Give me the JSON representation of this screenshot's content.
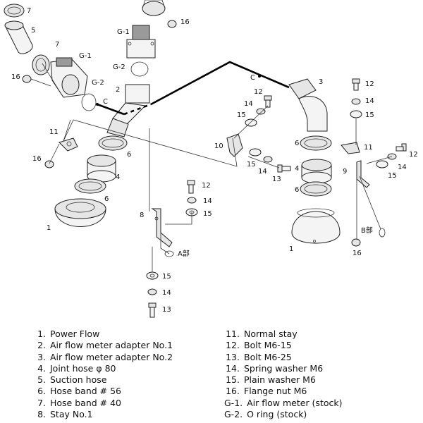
{
  "diagram": {
    "callouts": {
      "left_7_top": "7",
      "left_5": "5",
      "left_7": "7",
      "left_G1": "G-1",
      "left_16": "16",
      "left_G2": "G-2",
      "left_C": "C",
      "left_11": "11",
      "left_16_b": "16",
      "left_6_a": "6",
      "left_4": "4",
      "left_6_b": "6",
      "left_1": "1",
      "mid_G1": "G-1",
      "mid_16": "16",
      "mid_G2": "G-2",
      "mid_2": "2",
      "mid_12": "12",
      "mid_14": "14",
      "mid_15": "15",
      "mid_8": "8",
      "mid_A": "A部",
      "mid_15_b": "15",
      "mid_14_b": "14",
      "mid_13": "13",
      "r_C": "C",
      "r_3": "3",
      "r_12": "12",
      "r_14": "14",
      "r_15": "15",
      "r_10": "10",
      "r_15_b": "15",
      "r_14_b": "14",
      "r_13": "13",
      "r_6_a": "6",
      "r_4": "4",
      "r_6_b": "6",
      "r_1": "1",
      "rr_12": "12",
      "rr_14": "14",
      "rr_15": "15",
      "rr_11": "11",
      "rr_12_b": "12",
      "rr_14_b": "14",
      "rr_15_b": "15",
      "rr_9": "9",
      "rr_B": "B部",
      "rr_16": "16"
    }
  },
  "legend_left": [
    {
      "num": "1.",
      "text": "Power Flow"
    },
    {
      "num": "2.",
      "text": "Air flow meter adapter No.1"
    },
    {
      "num": "3.",
      "text": "Air flow meter adapter No.2"
    },
    {
      "num": "4.",
      "text": "Joint hose φ 80"
    },
    {
      "num": "5.",
      "text": "Suction hose"
    },
    {
      "num": "6.",
      "text": "Hose band # 56"
    },
    {
      "num": "7.",
      "text": "Hose band # 40"
    },
    {
      "num": "8.",
      "text": "Stay No.1"
    }
  ],
  "legend_right": [
    {
      "num": "11.",
      "text": "Normal stay"
    },
    {
      "num": "12.",
      "text": "Bolt M6-15"
    },
    {
      "num": "13.",
      "text": "Bolt M6-25"
    },
    {
      "num": "14.",
      "text": "Spring washer M6"
    },
    {
      "num": "15.",
      "text": "Plain washer M6"
    },
    {
      "num": "16.",
      "text": "Flange nut M6"
    },
    {
      "num": "G-1.",
      "text": "Air flow meter (stock)"
    },
    {
      "num": "G-2.",
      "text": "O ring (stock)"
    }
  ]
}
